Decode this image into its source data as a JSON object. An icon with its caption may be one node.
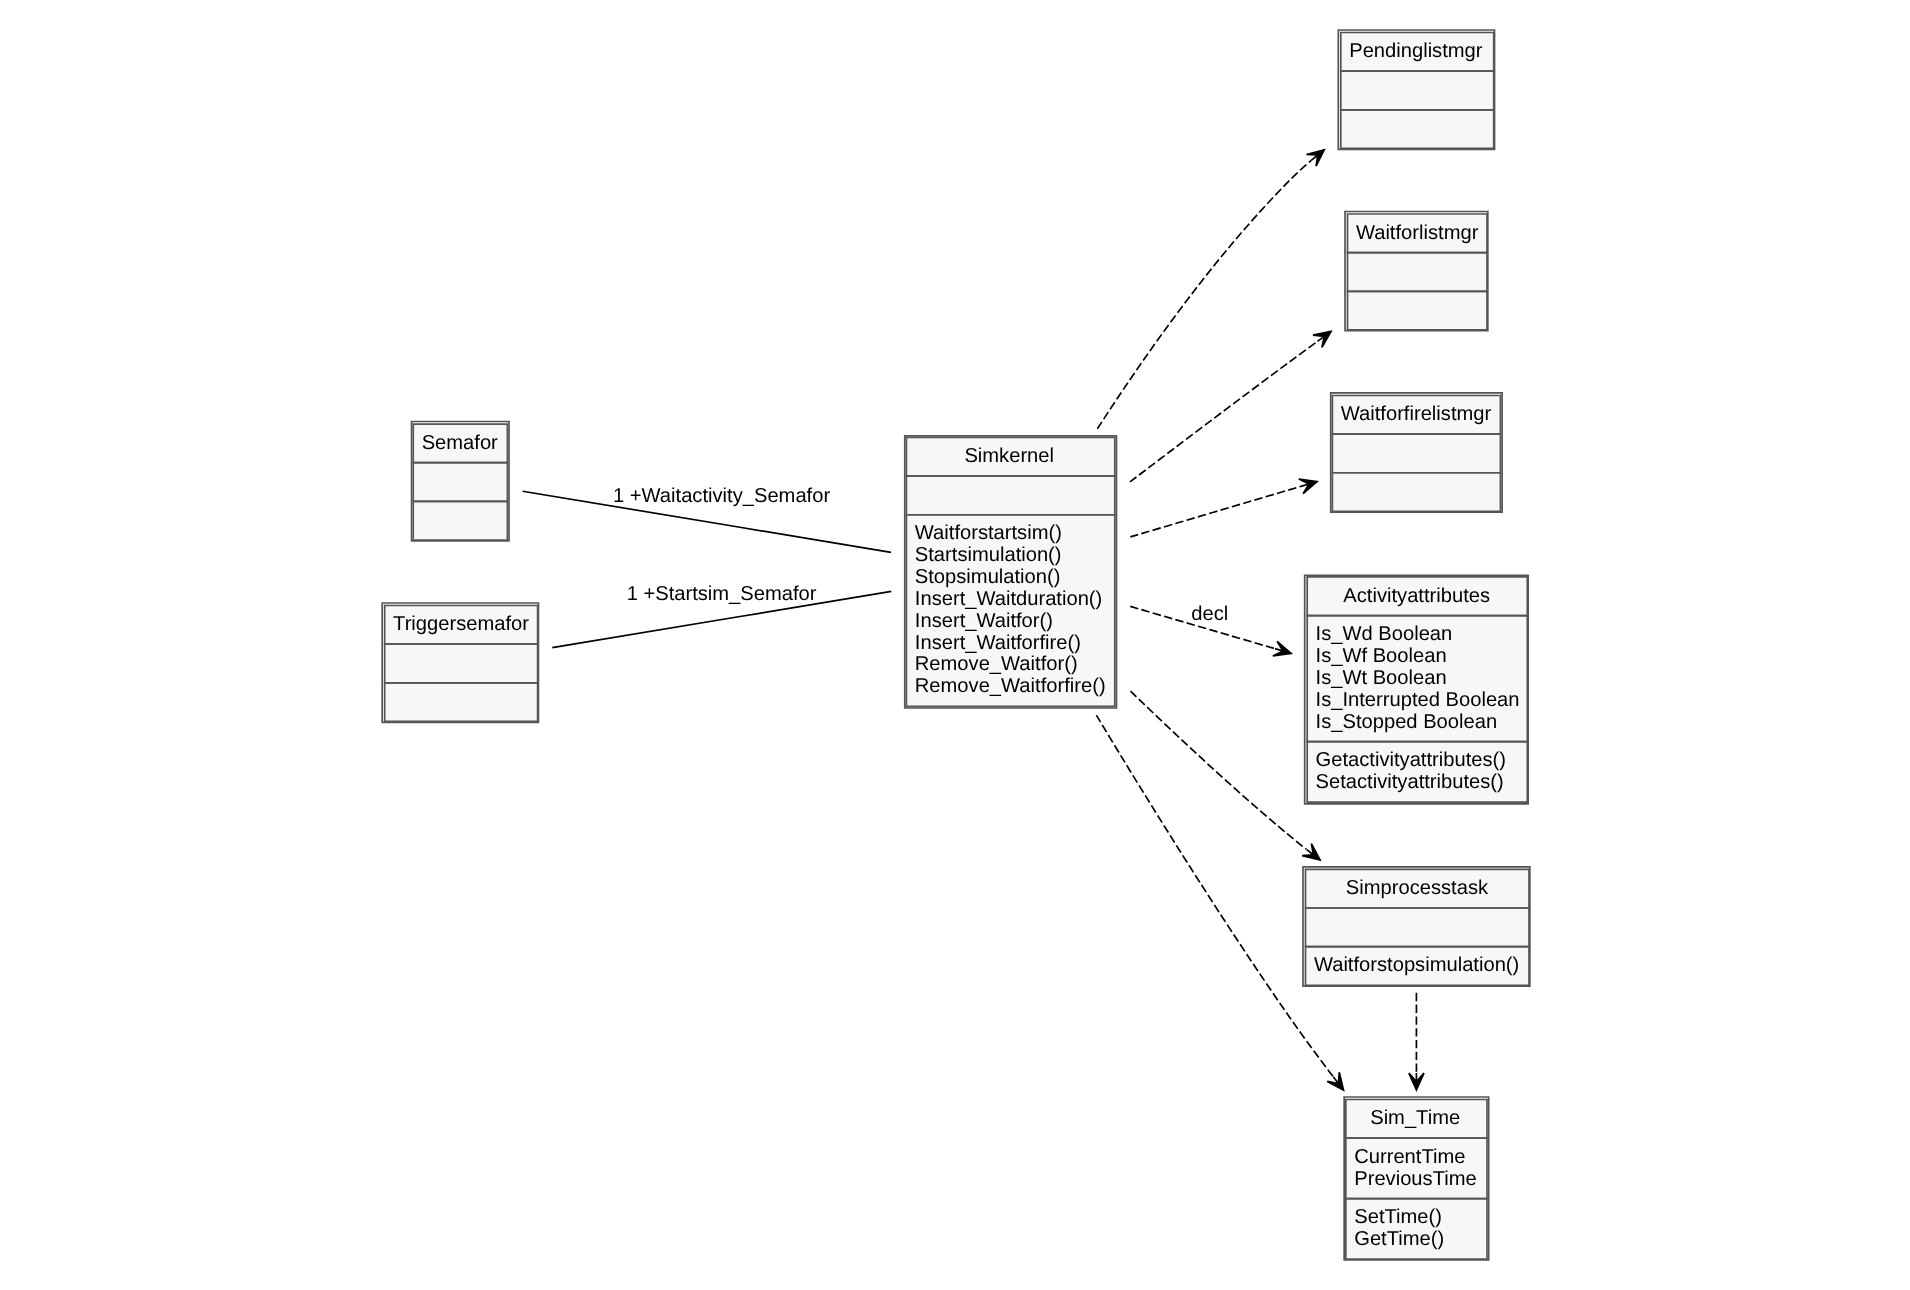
{
  "diagram": {
    "nodes": [
      {
        "text": [
          "Semafor"
        ]
      },
      {
        "text": [
          "Simkernel",
          "Waitforstartsim()",
          "Startsimulation()",
          "Stopsimulation()",
          "Insert_Waitduration()",
          "Insert_Waitfor()",
          "Insert_Waitforfire()",
          "Remove_Waitfor()",
          "Remove_Waitforfire()"
        ]
      },
      {
        "text": [
          "Pendinglistmgr"
        ]
      },
      {
        "text": [
          "Triggersemafor"
        ]
      },
      {
        "text": [
          "Waitforlistmgr"
        ]
      },
      {
        "text": [
          "Waitforfirelistmgr"
        ]
      },
      {
        "text": [
          "Activityattributes",
          "Is_Wd Boolean",
          "Is_Wf Boolean",
          "Is_Wt Boolean",
          "Is_Interrupted Boolean",
          "Is_Stopped Boolean",
          "Getactivityattributes()",
          "Setactivityattributes()"
        ]
      },
      {
        "text": [
          "Sim_Time",
          "CurrentTime",
          "PreviousTime",
          "SetTime()",
          "GetTime()"
        ]
      },
      {
        "text": [
          "Simprocesstask",
          "Waitforstopsimulation()"
        ]
      }
    ],
    "edges": [
      {
        "from": 1,
        "to": 0,
        "arrow": "none",
        "label": "1 +Waitactivity_Semafor"
      },
      {
        "from": 1,
        "to": 3,
        "arrow": "none",
        "label": "1 +Startsim_Semafor"
      },
      {
        "from": 1,
        "to": 2,
        "arrow": "to",
        "style": "dashed"
      },
      {
        "from": 1,
        "to": 4,
        "arrow": "to",
        "style": "dashed"
      },
      {
        "from": 1,
        "to": 5,
        "arrow": "to",
        "style": "dashed"
      },
      {
        "from": 1,
        "to": 6,
        "arrow": "to",
        "style": "dashed",
        "label": "decl"
      },
      {
        "from": 1,
        "to": 7,
        "arrow": "to",
        "style": "dashed"
      },
      {
        "from": 1,
        "to": 8,
        "arrow": "to",
        "style": "dashed"
      },
      {
        "from": 8,
        "to": 7,
        "arrow": "to",
        "style": "dashed"
      }
    ]
  }
}
